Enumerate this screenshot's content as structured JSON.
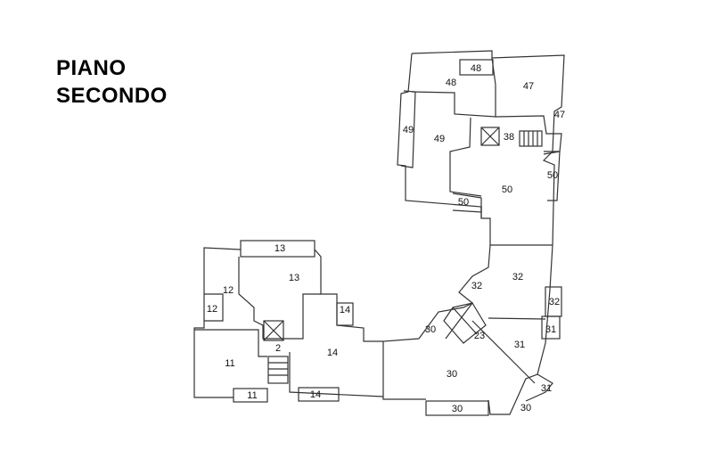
{
  "title": {
    "line1": "PIANO",
    "line2": "SECONDO"
  },
  "units": {
    "u48a": "48",
    "u48b": "48",
    "u47a": "47",
    "u47b": "47",
    "u49a": "49",
    "u49b": "49",
    "u38": "38",
    "u50a": "50",
    "u50b": "50",
    "u50c": "50",
    "u13a": "13",
    "u13b": "13",
    "u12a": "12",
    "u12b": "12",
    "u14a": "14",
    "u2": "2",
    "u14b": "14",
    "u11a": "11",
    "u11b": "11",
    "u14c": "14",
    "u32a": "32",
    "u32b": "32",
    "u32c": "32",
    "u30a": "30",
    "u23": "23",
    "u31a": "31",
    "u31b": "31",
    "u30b": "30",
    "u31c": "31",
    "u30c": "30",
    "u30d": "30"
  }
}
